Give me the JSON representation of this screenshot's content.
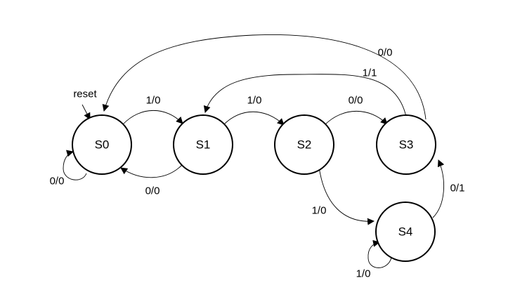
{
  "states": [
    {
      "id": "S0",
      "label": "S0"
    },
    {
      "id": "S1",
      "label": "S1"
    },
    {
      "id": "S2",
      "label": "S2"
    },
    {
      "id": "S3",
      "label": "S3"
    },
    {
      "id": "S4",
      "label": "S4"
    }
  ],
  "reset_label": "reset",
  "transitions": [
    {
      "from": "S0",
      "to": "S0",
      "label": "0/0"
    },
    {
      "from": "S0",
      "to": "S1",
      "label": "1/0"
    },
    {
      "from": "S1",
      "to": "S0",
      "label": "0/0"
    },
    {
      "from": "S1",
      "to": "S2",
      "label": "1/0"
    },
    {
      "from": "S2",
      "to": "S3",
      "label": "0/0"
    },
    {
      "from": "S2",
      "to": "S4",
      "label": "1/0"
    },
    {
      "from": "S3",
      "to": "S1",
      "label": "1/1"
    },
    {
      "from": "S3",
      "to": "S0",
      "label": "0/0"
    },
    {
      "from": "S4",
      "to": "S3",
      "label": "0/1"
    },
    {
      "from": "S4",
      "to": "S4",
      "label": "1/0"
    }
  ],
  "colors": {
    "stroke": "#000000",
    "background": "#ffffff"
  }
}
